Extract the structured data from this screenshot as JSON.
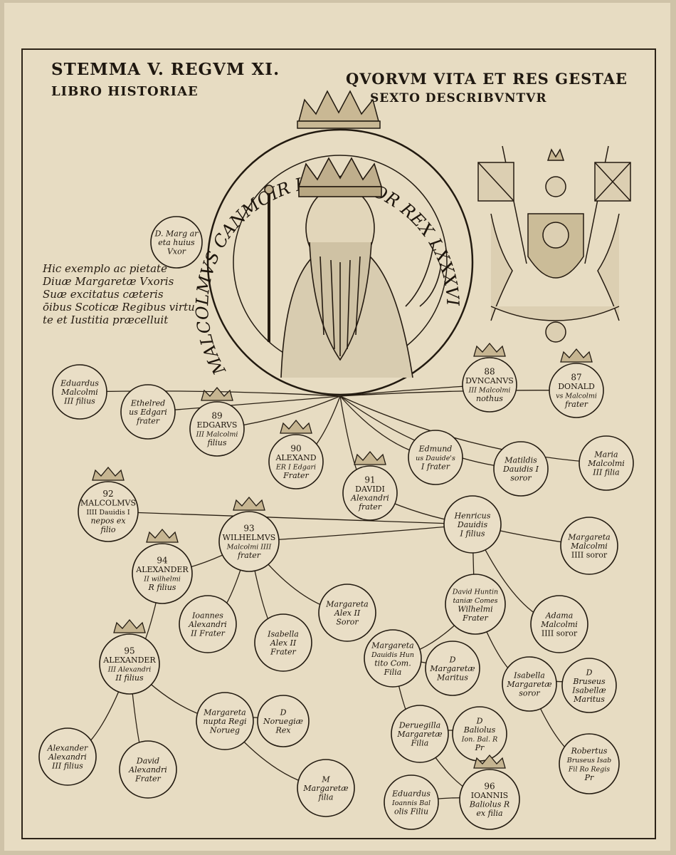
{
  "title": {
    "line1_left": "STEMMA V. REGVM XI.",
    "line1_right": "QVORVM VITA ET RES GESTAE",
    "line2_left": "LIBRO HISTORIAE",
    "line2_right": "SEXTO DESCRIBVNTVR"
  },
  "medallion": {
    "legend": "MALCOLMVS CANMOIR III SCOTOR REX LXXXVI"
  },
  "note": [
    "Hic exemplo ac pietate",
    "Diuæ Margaretæ Vxoris",
    "Suæ excitatus cæteris",
    "ōibus Scoticæ Regibus virtu",
    "te et Iustitia præcelluit"
  ],
  "nodes": [
    {
      "id": "margareta-uxor",
      "crown": false,
      "num": "",
      "lines": [
        "D. Marg ar",
        "eta huius",
        "Vxor"
      ]
    },
    {
      "id": "eduardus",
      "crown": false,
      "num": "",
      "lines": [
        "Eduardus",
        "Malcolmi",
        "III filius"
      ]
    },
    {
      "id": "ethelredus",
      "crown": false,
      "num": "",
      "lines": [
        "Ethelred",
        "us Edgari",
        "frater"
      ]
    },
    {
      "id": "edgarus",
      "crown": true,
      "num": "89",
      "lines": [
        "EDGARVS",
        "III Malcolmi",
        "filius"
      ]
    },
    {
      "id": "alexander-i",
      "crown": true,
      "num": "90",
      "lines": [
        "ALEXAND",
        "ER I Edgari",
        "Frater"
      ]
    },
    {
      "id": "davidi",
      "crown": true,
      "num": "91",
      "lines": [
        "DAVIDI",
        "Alexandri",
        "frater"
      ]
    },
    {
      "id": "edmundus",
      "crown": false,
      "num": "",
      "lines": [
        "Edmund",
        "us Dauide's",
        "I frater"
      ]
    },
    {
      "id": "duncanus",
      "crown": true,
      "num": "88",
      "lines": [
        "DVNCANVS",
        "III Malcolmi",
        "nothus"
      ]
    },
    {
      "id": "donald",
      "crown": true,
      "num": "87",
      "lines": [
        "DONALD",
        "vs Malcolmi",
        "frater"
      ]
    },
    {
      "id": "matildis",
      "crown": false,
      "num": "",
      "lines": [
        "Matildis",
        "Dauidis I",
        "soror"
      ]
    },
    {
      "id": "maria",
      "crown": false,
      "num": "",
      "lines": [
        "Maria",
        "Malcolmi",
        "III filia"
      ]
    },
    {
      "id": "malcolmus-iv",
      "crown": true,
      "num": "92",
      "lines": [
        "MALCOLMVS",
        "IIII Dauidis I",
        "nepos ex",
        "filio"
      ]
    },
    {
      "id": "henricus",
      "crown": false,
      "num": "",
      "lines": [
        "Henricus",
        "Dauidis",
        "I filius"
      ]
    },
    {
      "id": "margareta-soror",
      "crown": false,
      "num": "",
      "lines": [
        "Margareta",
        "Malcolmi",
        "IIII soror"
      ]
    },
    {
      "id": "wilhelmus",
      "crown": true,
      "num": "93",
      "lines": [
        "WILHELMVS",
        "Malcolmi IIII",
        "frater"
      ]
    },
    {
      "id": "alexander-ii",
      "crown": true,
      "num": "94",
      "lines": [
        "ALEXANDER",
        "II wilhelmi",
        "R filius"
      ]
    },
    {
      "id": "ioannes",
      "crown": false,
      "num": "",
      "lines": [
        "Ioannes",
        "Alexandri",
        "II Frater"
      ]
    },
    {
      "id": "isabella-alex",
      "crown": false,
      "num": "",
      "lines": [
        "Isabella",
        "Alex II",
        "Frater"
      ]
    },
    {
      "id": "margareta-alex",
      "crown": false,
      "num": "",
      "lines": [
        "Margareta",
        "Alex II",
        "Soror"
      ]
    },
    {
      "id": "david-huntin",
      "crown": false,
      "num": "",
      "lines": [
        "David Huntin",
        "taniæ Comes",
        "Wilhelmi",
        "Frater"
      ]
    },
    {
      "id": "adama",
      "crown": false,
      "num": "",
      "lines": [
        "Adama",
        "Malcolmi",
        "IIII soror"
      ]
    },
    {
      "id": "alexander-iii",
      "crown": true,
      "num": "95",
      "lines": [
        "ALEXANDER",
        "III Alexandri",
        "II filius"
      ]
    },
    {
      "id": "margareta-davidis",
      "crown": false,
      "num": "",
      "lines": [
        "Margareta",
        "Dauidis Hun",
        "tito Com.",
        "Filia"
      ]
    },
    {
      "id": "margareta-maritus",
      "crown": false,
      "num": "",
      "lines": [
        "D",
        "Margaretæ",
        "Maritus"
      ]
    },
    {
      "id": "isabella-marg",
      "crown": false,
      "num": "",
      "lines": [
        "Isabella",
        "Margaretæ",
        "soror"
      ]
    },
    {
      "id": "bruseus",
      "crown": false,
      "num": "",
      "lines": [
        "D",
        "Bruseus",
        "Isabellæ",
        "Maritus"
      ]
    },
    {
      "id": "alexander-filius",
      "crown": false,
      "num": "",
      "lines": [
        "Alexander",
        "Alexandri",
        "III filius"
      ]
    },
    {
      "id": "david-frater",
      "crown": false,
      "num": "",
      "lines": [
        "David",
        "Alexandri",
        "Frater"
      ]
    },
    {
      "id": "margareta-nupta",
      "crown": false,
      "num": "",
      "lines": [
        "Margareta",
        "nupta Regi",
        "Norueg"
      ]
    },
    {
      "id": "norvegiae-rex",
      "crown": false,
      "num": "",
      "lines": [
        "D",
        "Noruegiæ",
        "Rex"
      ]
    },
    {
      "id": "margareta-filia",
      "crown": false,
      "num": "",
      "lines": [
        "M",
        "Margaretæ",
        "filia"
      ]
    },
    {
      "id": "deruegilla",
      "crown": false,
      "num": "",
      "lines": [
        "Deruegilla",
        "Margaretæ",
        "Filia"
      ]
    },
    {
      "id": "baliolus",
      "crown": false,
      "num": "",
      "lines": [
        "D",
        "Baliolus",
        "Ion. Bal. R",
        "Pr"
      ]
    },
    {
      "id": "robertus",
      "crown": false,
      "num": "",
      "lines": [
        "Robertus",
        "Bruseus Isab",
        "Fil Ro Regis",
        "Pr"
      ]
    },
    {
      "id": "eduardus-balliolis",
      "crown": false,
      "num": "",
      "lines": [
        "Eduardus",
        "Ioannis Bal",
        "olis Filiu"
      ]
    },
    {
      "id": "ioannis",
      "crown": true,
      "num": "96",
      "lines": [
        "IOANNIS",
        "Baliolus R",
        "ex filia"
      ]
    }
  ]
}
